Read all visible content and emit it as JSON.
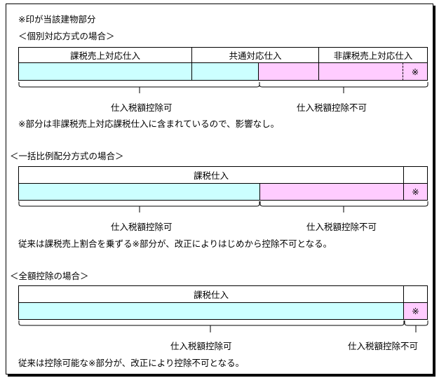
{
  "note_top": "※印が当該建物部分",
  "section1": {
    "title": "＜個別対応方式の場合＞",
    "headers": [
      "課税売上対応仕入",
      "共通対応仕入",
      "非課税売上対応仕入"
    ],
    "mark": "※",
    "label_left": "仕入税額控除可",
    "label_right": "仕入税額控除不可",
    "note": "※部分は非課税売上対応課税仕入に含まれているので、影響なし。"
  },
  "section2": {
    "title": "＜一括比例配分方式の場合＞",
    "header": "課税仕入",
    "mark": "※",
    "label_left": "仕入税額控除可",
    "label_right": "仕入税額控除不可",
    "note": "従来は課税売上割合を乗ずる※部分が、改正によりはじめから控除不可となる。"
  },
  "section3": {
    "title": "＜全額控除の場合＞",
    "header": "課税仕入",
    "mark": "※",
    "label_left": "仕入税額控除可",
    "label_right": "仕入税額控除不可",
    "note": "従来は控除可能な※部分が、改正により控除不可となる。"
  },
  "colors": {
    "deductible": "#ccffff",
    "non_deductible": "#ffccff"
  }
}
